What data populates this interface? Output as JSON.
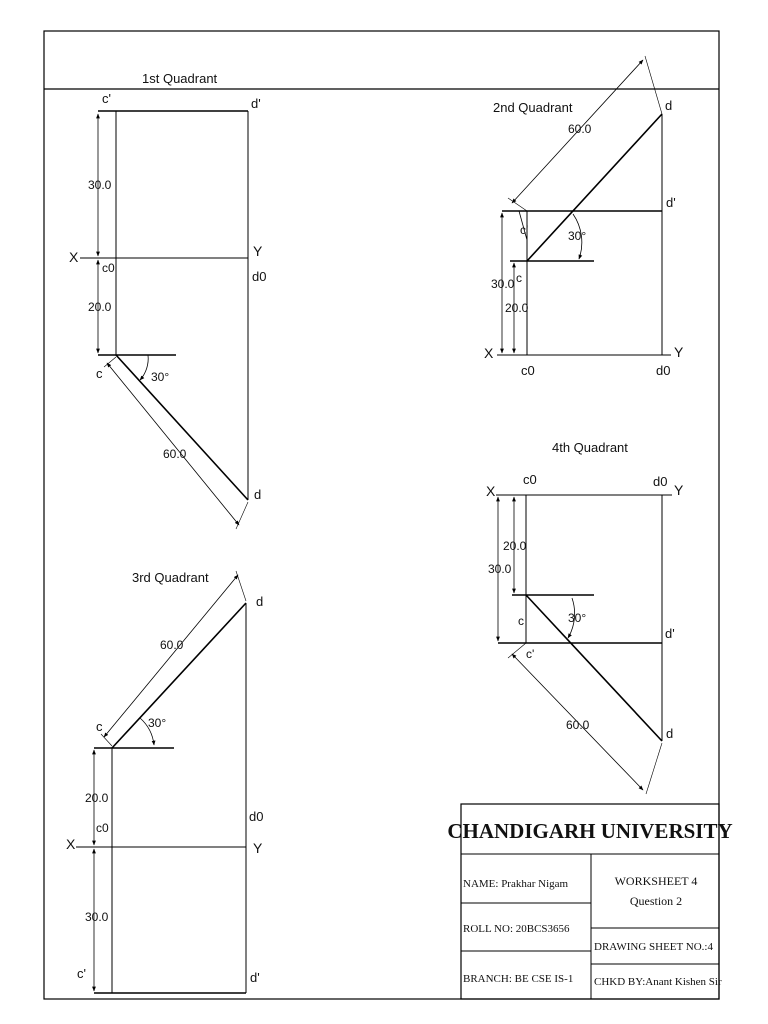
{
  "sheet": {
    "title_strip_label": "1st Quadrant"
  },
  "q1": {
    "title": "1st Quadrant",
    "c_dash": "c'",
    "d_dash": "d'",
    "x": "X",
    "y": "Y",
    "c0": "c0",
    "d0": "d0",
    "c": "c",
    "d": "d",
    "dim_top": "30.0",
    "dim_bottom": "20.0",
    "dim_true": "60.0",
    "angle": "30°"
  },
  "q2": {
    "title": "2nd Quadrant",
    "d": "d",
    "d_dash": "d'",
    "c_dash": "c'",
    "c": "c",
    "x": "X",
    "y": "Y",
    "c0": "c0",
    "d0": "d0",
    "dim_outer": "30.0",
    "dim_inner": "20.0",
    "dim_true": "60.0",
    "angle": "30°"
  },
  "q3": {
    "title": "3rd Quadrant",
    "d": "d",
    "c": "c",
    "x": "X",
    "y": "Y",
    "c0": "c0",
    "d0": "d0",
    "c_dash": "c'",
    "d_dash": "d'",
    "dim_top": "20.0",
    "dim_bottom": "30.0",
    "dim_true": "60.0",
    "angle": "30°"
  },
  "q4": {
    "title": "4th Quadrant",
    "x": "X",
    "y": "Y",
    "c0": "c0",
    "d0": "d0",
    "c": "c",
    "c_dash": "c'",
    "d_dash": "d'",
    "d": "d",
    "dim_inner": "20.0",
    "dim_outer": "30.0",
    "dim_true": "60.0",
    "angle": "30°"
  },
  "title_block": {
    "university": "CHANDIGARH UNIVERSITY",
    "name": "NAME: Prakhar Nigam",
    "roll": "ROLL NO: 20BCS3656",
    "branch": "BRANCH: BE CSE IS-1",
    "worksheet": "WORKSHEET 4",
    "question": "Question 2",
    "drawing_sheet": "DRAWING SHEET NO.:4",
    "checked_by": "CHKD BY:Anant Kishen Sir"
  }
}
